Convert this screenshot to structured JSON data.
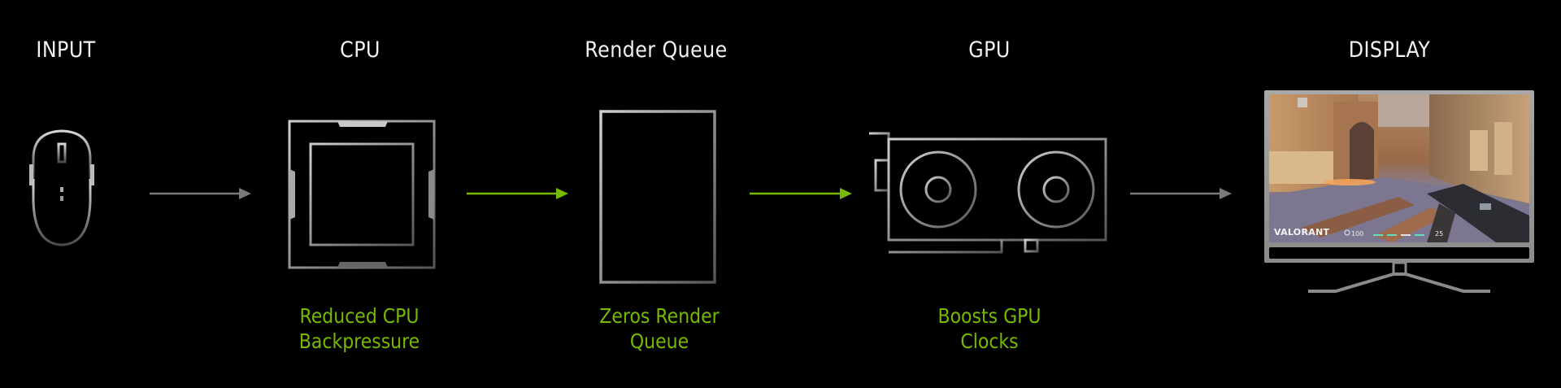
{
  "stages": [
    {
      "id": "input",
      "title": "INPUT",
      "icon": "mouse-icon",
      "benefit": null
    },
    {
      "id": "cpu",
      "title": "CPU",
      "icon": "cpu-chip-icon",
      "benefit": [
        "Reduced CPU",
        "Backpressure"
      ]
    },
    {
      "id": "render_queue",
      "title": "Render Queue",
      "icon": "render-queue-frame-icon",
      "benefit": [
        "Zeros Render",
        "Queue"
      ]
    },
    {
      "id": "gpu",
      "title": "GPU",
      "icon": "graphics-card-icon",
      "benefit": [
        "Boosts GPU",
        "Clocks"
      ]
    },
    {
      "id": "display",
      "title": "DISPLAY",
      "icon": "monitor-icon",
      "benefit": null
    }
  ],
  "arrows": [
    {
      "from": "input",
      "to": "cpu",
      "style": "neutral"
    },
    {
      "from": "cpu",
      "to": "render_queue",
      "style": "highlight"
    },
    {
      "from": "render_queue",
      "to": "gpu",
      "style": "highlight"
    },
    {
      "from": "gpu",
      "to": "display",
      "style": "neutral"
    }
  ],
  "display_screen": {
    "game_logo": "VALORANT",
    "hud_health": "100",
    "hud_ammo": "25"
  },
  "colors": {
    "background": "#000000",
    "title_text": "#f2f2f2",
    "benefit_text": "#76b900",
    "arrow_neutral": "#7a7a7a",
    "arrow_highlight": "#76b900",
    "icon_stroke_light": "#d0d0d0",
    "icon_stroke_dark": "#555555"
  }
}
